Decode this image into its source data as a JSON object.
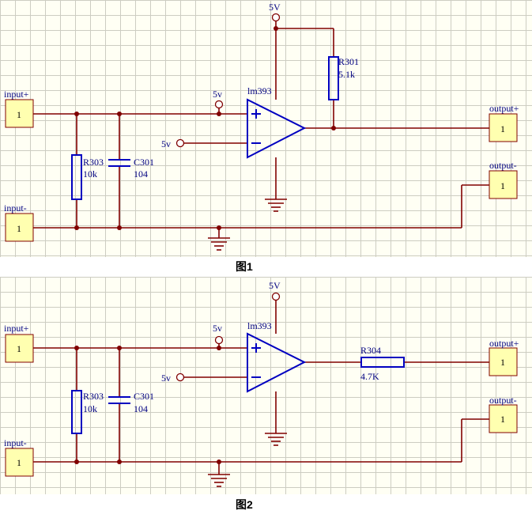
{
  "figures": [
    {
      "caption": "图1",
      "supply": "5V",
      "opamp": "lm393",
      "ref_plus": "5v",
      "ref_minus": "5v",
      "in_plus_label": "input+",
      "in_minus_label": "input-",
      "out_plus_label": "output+",
      "out_minus_label": "output-",
      "pin": "1",
      "r303_name": "R303",
      "r303_value": "10k",
      "c301_name": "C301",
      "c301_value": "104",
      "rout_name": "R301",
      "rout_value": "5.1k"
    },
    {
      "caption": "图2",
      "supply": "5V",
      "opamp": "lm393",
      "ref_plus": "5v",
      "ref_minus": "5v",
      "in_plus_label": "input+",
      "in_minus_label": "input-",
      "out_plus_label": "output+",
      "out_minus_label": "output-",
      "pin": "1",
      "r303_name": "R303",
      "r303_value": "10k",
      "c301_name": "C301",
      "c301_value": "104",
      "rout_name": "R304",
      "rout_value": "4.7K"
    }
  ],
  "colors": {
    "wire": "#800000",
    "component": "#0000c0",
    "label": "#000080",
    "pin_fill": "#ffffb0",
    "junction": "#800000"
  }
}
